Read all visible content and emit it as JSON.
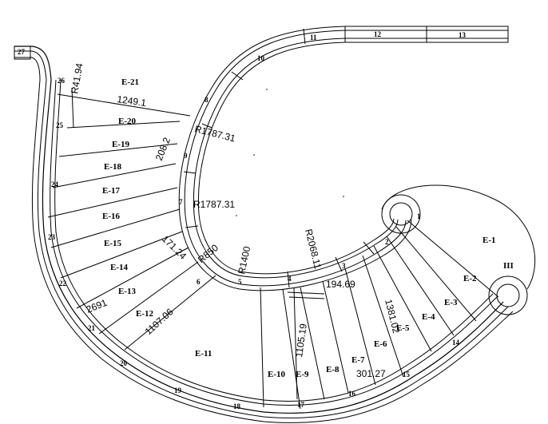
{
  "dimensions": {
    "d1": "R41.94",
    "d2": "1249.1",
    "d3": "R1787.31",
    "d4": "208.2",
    "d5": "R1787.31",
    "d6": "171.24",
    "d7": "R850",
    "d8": "R1400",
    "d9": "R2068.11",
    "d10": "194.69",
    "d11": "1381.02",
    "d12": "1105.19",
    "d13": "301.27",
    "d14": "1107.06",
    "d15": "2691"
  },
  "step_labels": [
    "E-21",
    "E-20",
    "E-19",
    "E-18",
    "E-17",
    "E-16",
    "E-15",
    "E-14",
    "E-13",
    "E-12",
    "E-11",
    "E-10",
    "E-9",
    "E-8",
    "E-7",
    "E-6",
    "E-5",
    "E-4",
    "E-3",
    "E-2",
    "E-1"
  ],
  "rail_labels": [
    "10",
    "11",
    "12",
    "13",
    "8",
    "9",
    "7",
    "6",
    "5",
    "4",
    "3",
    "2",
    "1",
    "27",
    "26",
    "25",
    "24",
    "23",
    "22",
    "21",
    "20",
    "19",
    "18",
    "17",
    "16",
    "15",
    "14"
  ],
  "marker": "III"
}
